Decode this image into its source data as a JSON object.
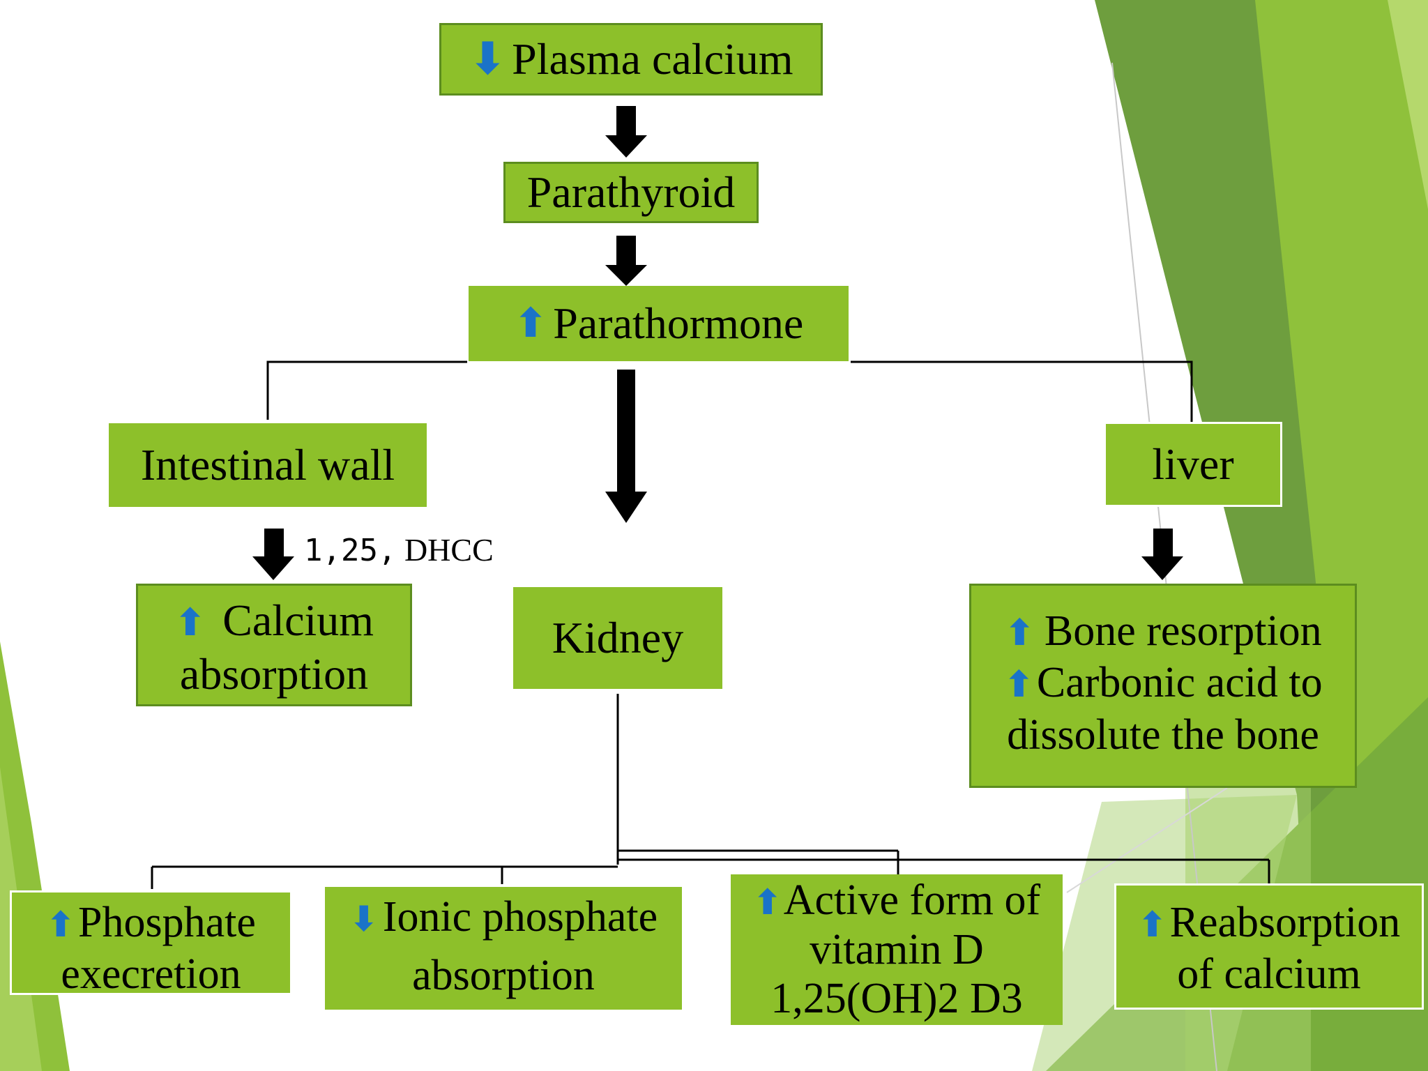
{
  "nodes": {
    "plasma": {
      "arrow": "⬇",
      "text": "Plasma calcium"
    },
    "parathyroid": {
      "text": "Parathyroid"
    },
    "parathormone": {
      "arrow": "⬆",
      "text": "Parathormone"
    },
    "intestinal": {
      "text": "Intestinal wall"
    },
    "calcium_abs": {
      "arrow": "⬆",
      "line1": "Calcium",
      "line2": "absorption"
    },
    "kidney": {
      "text": "Kidney"
    },
    "liver": {
      "text": "liver"
    },
    "bone": {
      "arrow1": "⬆",
      "line1": "Bone resorption",
      "arrow2": "⬆",
      "line2": "Carbonic acid to",
      "line3": "dissolute the bone"
    },
    "phosphate": {
      "arrow": "⬆",
      "line1": "Phosphate",
      "line2": "execretion"
    },
    "ionic": {
      "arrow": "⬇",
      "line1": "Ionic phosphate",
      "line2": "absorption"
    },
    "vitd": {
      "arrow": "⬆",
      "line1": "Active form of",
      "line2": "vitamin D",
      "line3": "1,25(OH)2 D3"
    },
    "reabs": {
      "arrow": "⬆",
      "line1": "Reabsorption",
      "line2": "of calcium"
    }
  },
  "labels": {
    "dhcc_num": "1,25,",
    "dhcc_txt": "DHCC"
  },
  "colors": {
    "box_fill": "#8dc02a",
    "arrow_up_down": "#1a73c8",
    "border_dark": "#5c8d1f"
  }
}
